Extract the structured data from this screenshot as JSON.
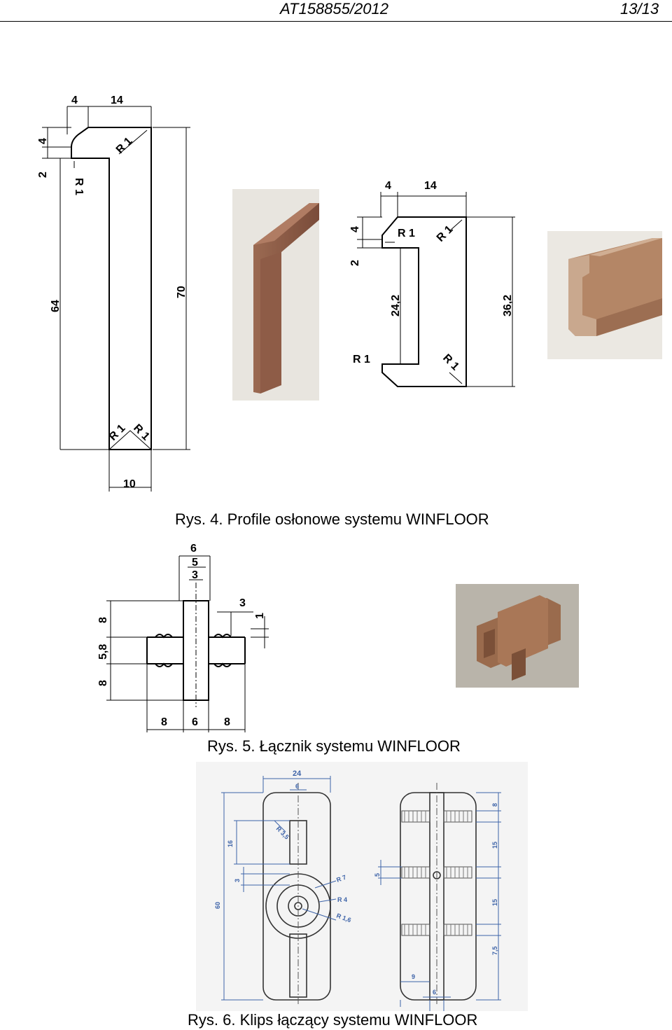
{
  "header": {
    "doc_number": "AT158855/2012",
    "page_number": "13/13"
  },
  "figure4": {
    "caption": "Rys. 4. Profile osłonowe systemu WINFLOOR",
    "profile_a": {
      "dim_top_left": "4",
      "dim_top_right": "14",
      "dim_left_4": "4",
      "dim_left_2": "2",
      "radius_label": "R 1",
      "dim_height_inner": "64",
      "dim_height_outer": "70",
      "dim_bottom": "10"
    },
    "profile_b": {
      "dim_top_left": "4",
      "dim_top_right": "14",
      "dim_left_4": "4",
      "dim_left_2": "2",
      "radius_label": "R 1",
      "dim_inner": "24,2",
      "dim_outer": "36,2"
    }
  },
  "figure5": {
    "caption": "Rys. 5. Łącznik systemu WINFLOOR",
    "dims": {
      "top_6": "6",
      "top_5": "5",
      "top_3": "3",
      "right_3": "3",
      "right_1": "1",
      "left_8_top": "8",
      "left_58": "5,8",
      "left_8_bottom": "8",
      "bottom_8_left": "8",
      "bottom_6": "6",
      "bottom_8_right": "8"
    }
  },
  "figure6": {
    "caption": "Rys. 6. Klips łączący systemu WINFLOOR",
    "dims": {
      "w24": "24",
      "w6": "6",
      "r35": "R 3,5",
      "h16": "16",
      "h3": "3",
      "h60": "60",
      "r7": "R 7",
      "r4": "R 4",
      "r16": "R 1,6",
      "r_8": "8",
      "r_15a": "15",
      "r_5": "5",
      "r_15b": "15",
      "r_75": "7,5",
      "b_9": "9",
      "b_6": "6"
    }
  },
  "colors": {
    "wood_dark": "#8a5a45",
    "wood_light": "#b98a6a",
    "blueprint": "#3d63a8",
    "photo_bg": "#e9e6e0"
  }
}
